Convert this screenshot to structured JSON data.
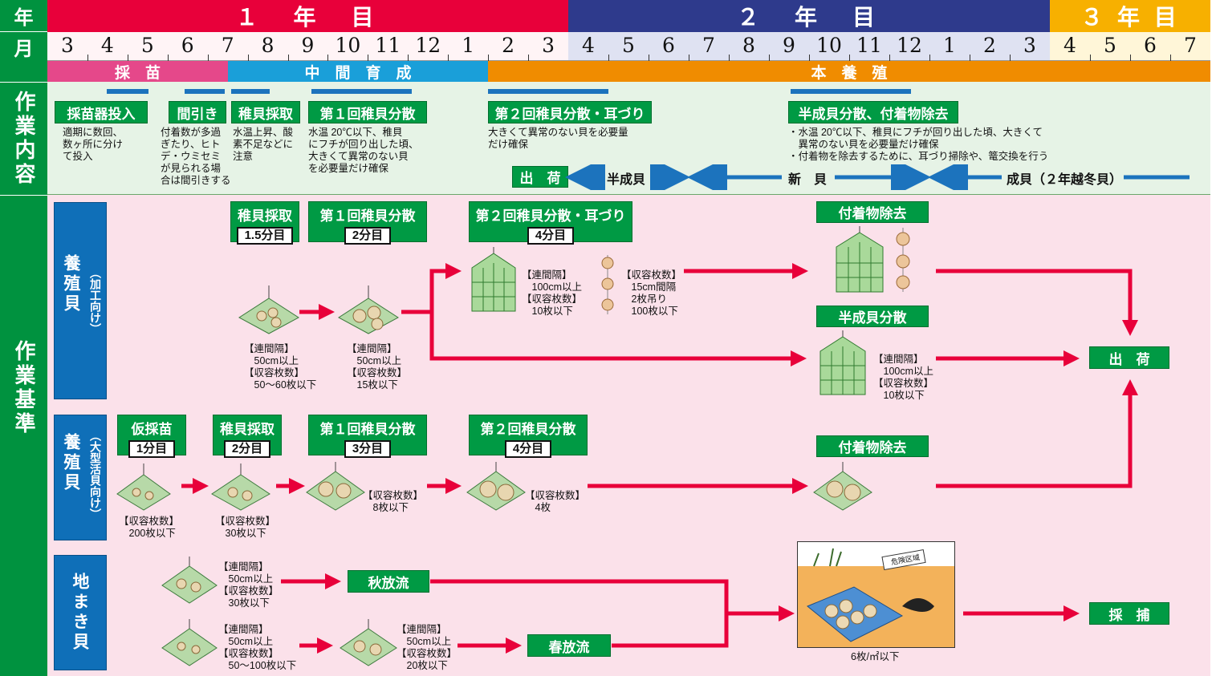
{
  "header": {
    "row_year_label": "年",
    "row_month_label": "月",
    "years": {
      "y1": "１　年　目",
      "y2": "２　年　目",
      "y3": "３ 年 目"
    },
    "months_y1": [
      "3",
      "4",
      "5",
      "6",
      "7",
      "8",
      "9",
      "10",
      "11",
      "12",
      "1",
      "2",
      "3"
    ],
    "months_y2": [
      "4",
      "5",
      "6",
      "7",
      "8",
      "9",
      "10",
      "11",
      "12",
      "1",
      "2",
      "3"
    ],
    "months_y3": [
      "4",
      "5",
      "6",
      "7"
    ],
    "phases": {
      "saibyo": "採　苗",
      "chukan": "中　間　育　成",
      "honyoshoku": "本　養　殖"
    }
  },
  "sagyo_naiyo": {
    "label": "作業内容",
    "tasks": {
      "t1": "採苗器投入",
      "t2": "間引き",
      "t3": "稚貝採取",
      "t4": "第１回稚貝分散",
      "t5": "第２回稚貝分散・耳づり",
      "t6": "半成貝分散、付着物除去"
    },
    "notes": {
      "n1": "適期に数回、\n数ヶ所に分け\nて投入",
      "n2": "付着数が多過\nぎたり、ヒト\nデ・ウミセミ\nが見られる場\n合は間引きする",
      "n3": "水温上昇、酸\n素不足などに\n注意",
      "n4": "水温 20℃以下、稚貝\nにフチが回り出した頃、\n大きくて異常のない貝\nを必要量だけ確保",
      "n5": "大きくて異常のない貝を必要量\nだけ確保",
      "n6": "・水温 20℃以下、稚貝にフチが回り出した頃、大きくて\n　異常のない貝を必要量だけ確保\n・付着物を除去するために、耳づり掃除や、篭交換を行う"
    },
    "shipping_row": {
      "ship": "出　荷",
      "hanseikai": "半成貝",
      "shinkai": "新　貝",
      "seikai": "成貝（２年越冬貝）"
    }
  },
  "sagyo_kijun": {
    "label": "作業基準",
    "cat1": {
      "main": "養殖貝",
      "sub": "（加工向け）"
    },
    "cat2": {
      "main": "養殖貝",
      "sub": "（大型活貝向け）"
    },
    "cat3": {
      "main": "地まき貝"
    },
    "row1": {
      "c1": {
        "t": "稚貝採取",
        "d": "1.5分目"
      },
      "c2": {
        "t": "第１回稚貝分散",
        "d": "2分目"
      },
      "c3": {
        "t": "第２回稚貝分散・耳づり",
        "d": "4分目"
      },
      "fuchaku": "付着物除去",
      "hanseikai": "半成貝分散",
      "ship": "出　荷",
      "n1": "【連間隔】\n　50cm以上\n【収容枚数】\n　50〜60枚以下",
      "n2": "【連間隔】\n　50cm以上\n【収容枚数】\n　15枚以下",
      "n3": "【連間隔】\n　100cm以上\n【収容枚数】\n　10枚以下",
      "n4": "【収容枚数】\n　15cm間隔\n　2枚吊り\n　100枚以下",
      "n5": "【連間隔】\n　100cm以上\n【収容枚数】\n　10枚以下"
    },
    "row2": {
      "c1": {
        "t": "仮採苗",
        "d": "1分目"
      },
      "c2": {
        "t": "稚貝採取",
        "d": "2分目"
      },
      "c3": {
        "t": "第１回稚貝分散",
        "d": "3分目"
      },
      "c4": {
        "t": "第２回稚貝分散",
        "d": "4分目"
      },
      "fuchaku": "付着物除去",
      "n1": "【収容枚数】\n　200枚以下",
      "n2": "【収容枚数】\n　30枚以下",
      "n3": "【収容枚数】\n　8枚以下",
      "n4": "【収容枚数】\n　4枚"
    },
    "row3": {
      "aki": "秋放流",
      "haru": "春放流",
      "capture": "採　捕",
      "n1": "【連間隔】\n　50cm以上\n【収容枚数】\n　30枚以下",
      "n2": "【連間隔】\n　50cm以上\n【収容枚数】\n　50〜100枚以下",
      "n3": "【連間隔】\n　50cm以上\n【収容枚数】\n　20枚以下",
      "density": "6枚/㎡以下",
      "sign": "危険区域"
    }
  },
  "colors": {
    "year1": "#e8003a",
    "year2": "#2e3a8c",
    "year3": "#f7b000",
    "phase1": "#e5488a",
    "phase2": "#1a9fd9",
    "phase3": "#f08c00",
    "green": "#009a44",
    "blue": "#0f6fb8",
    "arrow_red": "#e8003a",
    "naiyo_bg": "#e6f3e6",
    "kijun_bg": "#fbe1ea"
  }
}
